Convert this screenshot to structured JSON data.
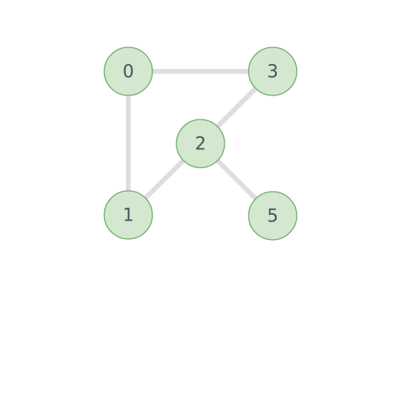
{
  "style": {
    "node_fill": "#d4e8d0",
    "node_stroke": "#6aad62",
    "label_color": "#44545c",
    "edge_color": "#dedede",
    "background": "#ffffff"
  },
  "graph": {
    "nodes": [
      {
        "id": "n0",
        "label": "0"
      },
      {
        "id": "n3",
        "label": "3"
      },
      {
        "id": "n2",
        "label": "2"
      },
      {
        "id": "n1",
        "label": "1"
      },
      {
        "id": "n5",
        "label": "5"
      }
    ],
    "edges": [
      {
        "from": "n0",
        "to": "n3"
      },
      {
        "from": "n0",
        "to": "n1"
      },
      {
        "from": "n3",
        "to": "n2"
      },
      {
        "from": "n2",
        "to": "n1"
      },
      {
        "from": "n2",
        "to": "n5"
      }
    ]
  }
}
